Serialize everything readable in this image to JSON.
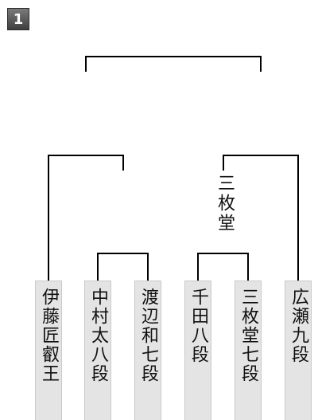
{
  "round_number": "1",
  "players": [
    {
      "name": "伊藤匠叡王"
    },
    {
      "name": "中村太八段"
    },
    {
      "name": "渡辺和七段"
    },
    {
      "name": "千田八段"
    },
    {
      "name": "三枚堂七段"
    },
    {
      "name": "広瀬九段"
    }
  ],
  "match_winners": {
    "right_semifinal": "三枚堂"
  },
  "colors": {
    "line": "#000000",
    "player_bg": "#e4e4e4",
    "badge_bg": "#555555"
  }
}
